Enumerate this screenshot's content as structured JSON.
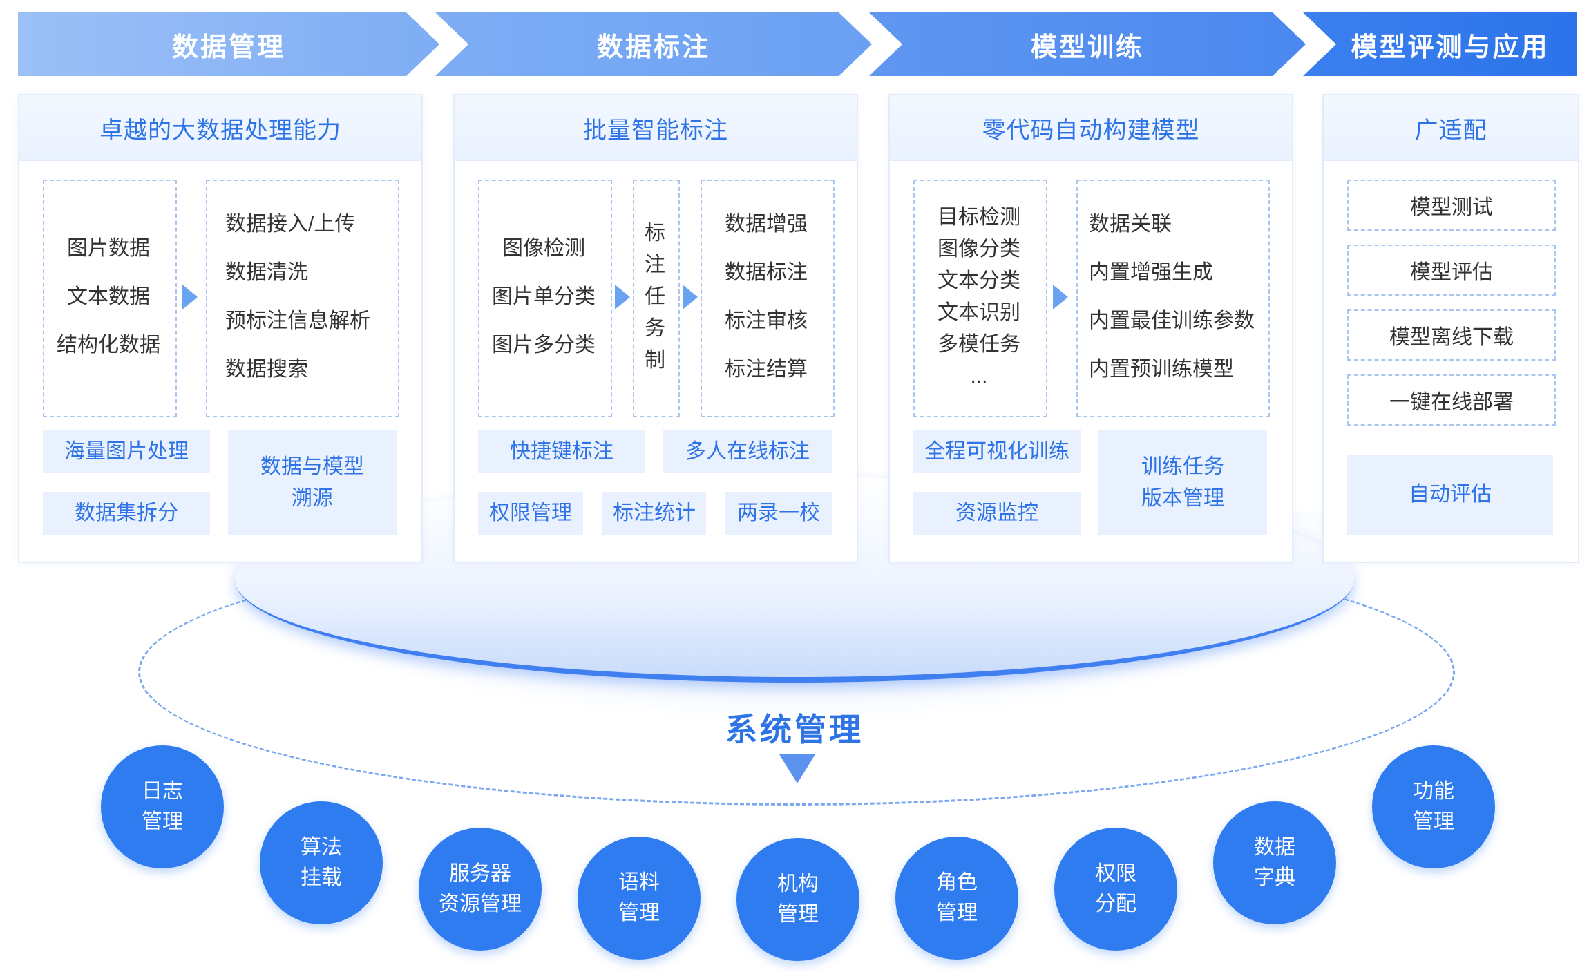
{
  "header": {
    "steps": [
      "数据管理",
      "数据标注",
      "模型训练",
      "模型评测与应用"
    ]
  },
  "panel1": {
    "title": "卓越的大数据处理能力",
    "left_items": [
      "图片数据",
      "文本数据",
      "结构化数据"
    ],
    "right_items": [
      "数据接入/上传",
      "数据清洗",
      "预标注信息解析",
      "数据搜索"
    ],
    "tags": [
      "海量图片处理",
      "数据集拆分",
      "数据与模型\n溯源"
    ]
  },
  "panel2": {
    "title": "批量智能标注",
    "left_items": [
      "图像检测",
      "图片单分类",
      "图片多分类"
    ],
    "vertical_chars": [
      "标",
      "注",
      "任",
      "务",
      "制"
    ],
    "right_items": [
      "数据增强",
      "数据标注",
      "标注审核",
      "标注结算"
    ],
    "tags": [
      "快捷键标注",
      "多人在线标注",
      "权限管理",
      "标注统计",
      "两录一校"
    ]
  },
  "panel3": {
    "title": "零代码自动构建模型",
    "left_items": [
      "目标检测",
      "图像分类",
      "文本分类",
      "文本识别",
      "多模任务",
      "..."
    ],
    "right_items": [
      "数据关联",
      "内置增强生成",
      "内置最佳训练参数",
      "内置预训练模型"
    ],
    "tags": [
      "全程可视化训练",
      "资源监控",
      "训练任务\n版本管理"
    ]
  },
  "panel4": {
    "title": "广适配",
    "items": [
      "模型测试",
      "模型评估",
      "模型离线下载",
      "一键在线部署"
    ],
    "tag": "自动评估"
  },
  "system": {
    "title": "系统管理",
    "modules": [
      {
        "line1": "日志",
        "line2": "管理"
      },
      {
        "line1": "算法",
        "line2": "挂载"
      },
      {
        "line1": "服务器",
        "line2": "资源管理"
      },
      {
        "line1": "语料",
        "line2": "管理"
      },
      {
        "line1": "机构",
        "line2": "管理"
      },
      {
        "line1": "角色",
        "line2": "管理"
      },
      {
        "line1": "权限",
        "line2": "分配"
      },
      {
        "line1": "数据",
        "line2": "字典"
      },
      {
        "line1": "功能",
        "line2": "管理"
      }
    ]
  },
  "colors": {
    "accent": "#2f74e6",
    "circle": "#2f7bf0",
    "header_light": "#8fb8f6",
    "header_dark": "#2e78ee"
  }
}
